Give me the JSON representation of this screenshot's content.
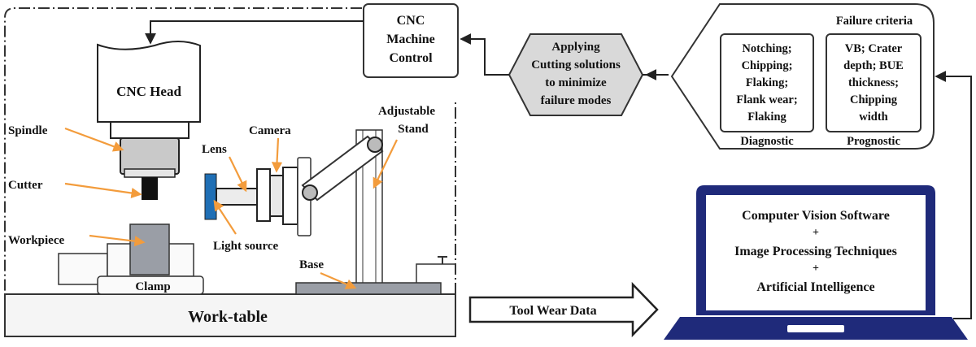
{
  "machine": {
    "cnc_head": "CNC Head",
    "spindle": "Spindle",
    "cutter": "Cutter",
    "workpiece": "Workpiece",
    "clamp": "Clamp",
    "work_table": "Work-table",
    "lens": "Lens",
    "camera": "Camera",
    "light_source": "Light source",
    "adjustable_stand_line1": "Adjustable",
    "adjustable_stand_line2": "Stand",
    "base": "Base"
  },
  "control": {
    "line1": "CNC",
    "line2": "Machine",
    "line3": "Control"
  },
  "solutions": {
    "line1": "Applying",
    "line2": "Cutting solutions",
    "line3": "to minimize",
    "line4": "failure modes"
  },
  "diagnostic": {
    "items": [
      "Notching;",
      "Chipping;",
      "Flaking;",
      "Flank wear;",
      "Flaking"
    ],
    "label": "Diagnostic"
  },
  "prognostic": {
    "header": "Failure criteria",
    "items": [
      "VB; Crater",
      "depth; BUE",
      "thickness;",
      "Chipping",
      "width"
    ],
    "label": "Prognostic"
  },
  "laptop": {
    "line1": "Computer Vision Software",
    "plus1": "+",
    "line2": "Image Processing Techniques",
    "plus2": "+",
    "line3": "Artificial Intelligence"
  },
  "data_arrow": "Tool Wear Data",
  "colors": {
    "orange_arrow": "#f39c3c",
    "laptop_frame": "#1f2a7a",
    "light_source": "#1f6fb5",
    "gray_fill": "#9a9ea6",
    "hexagon_fill": "#d9d9d9"
  }
}
